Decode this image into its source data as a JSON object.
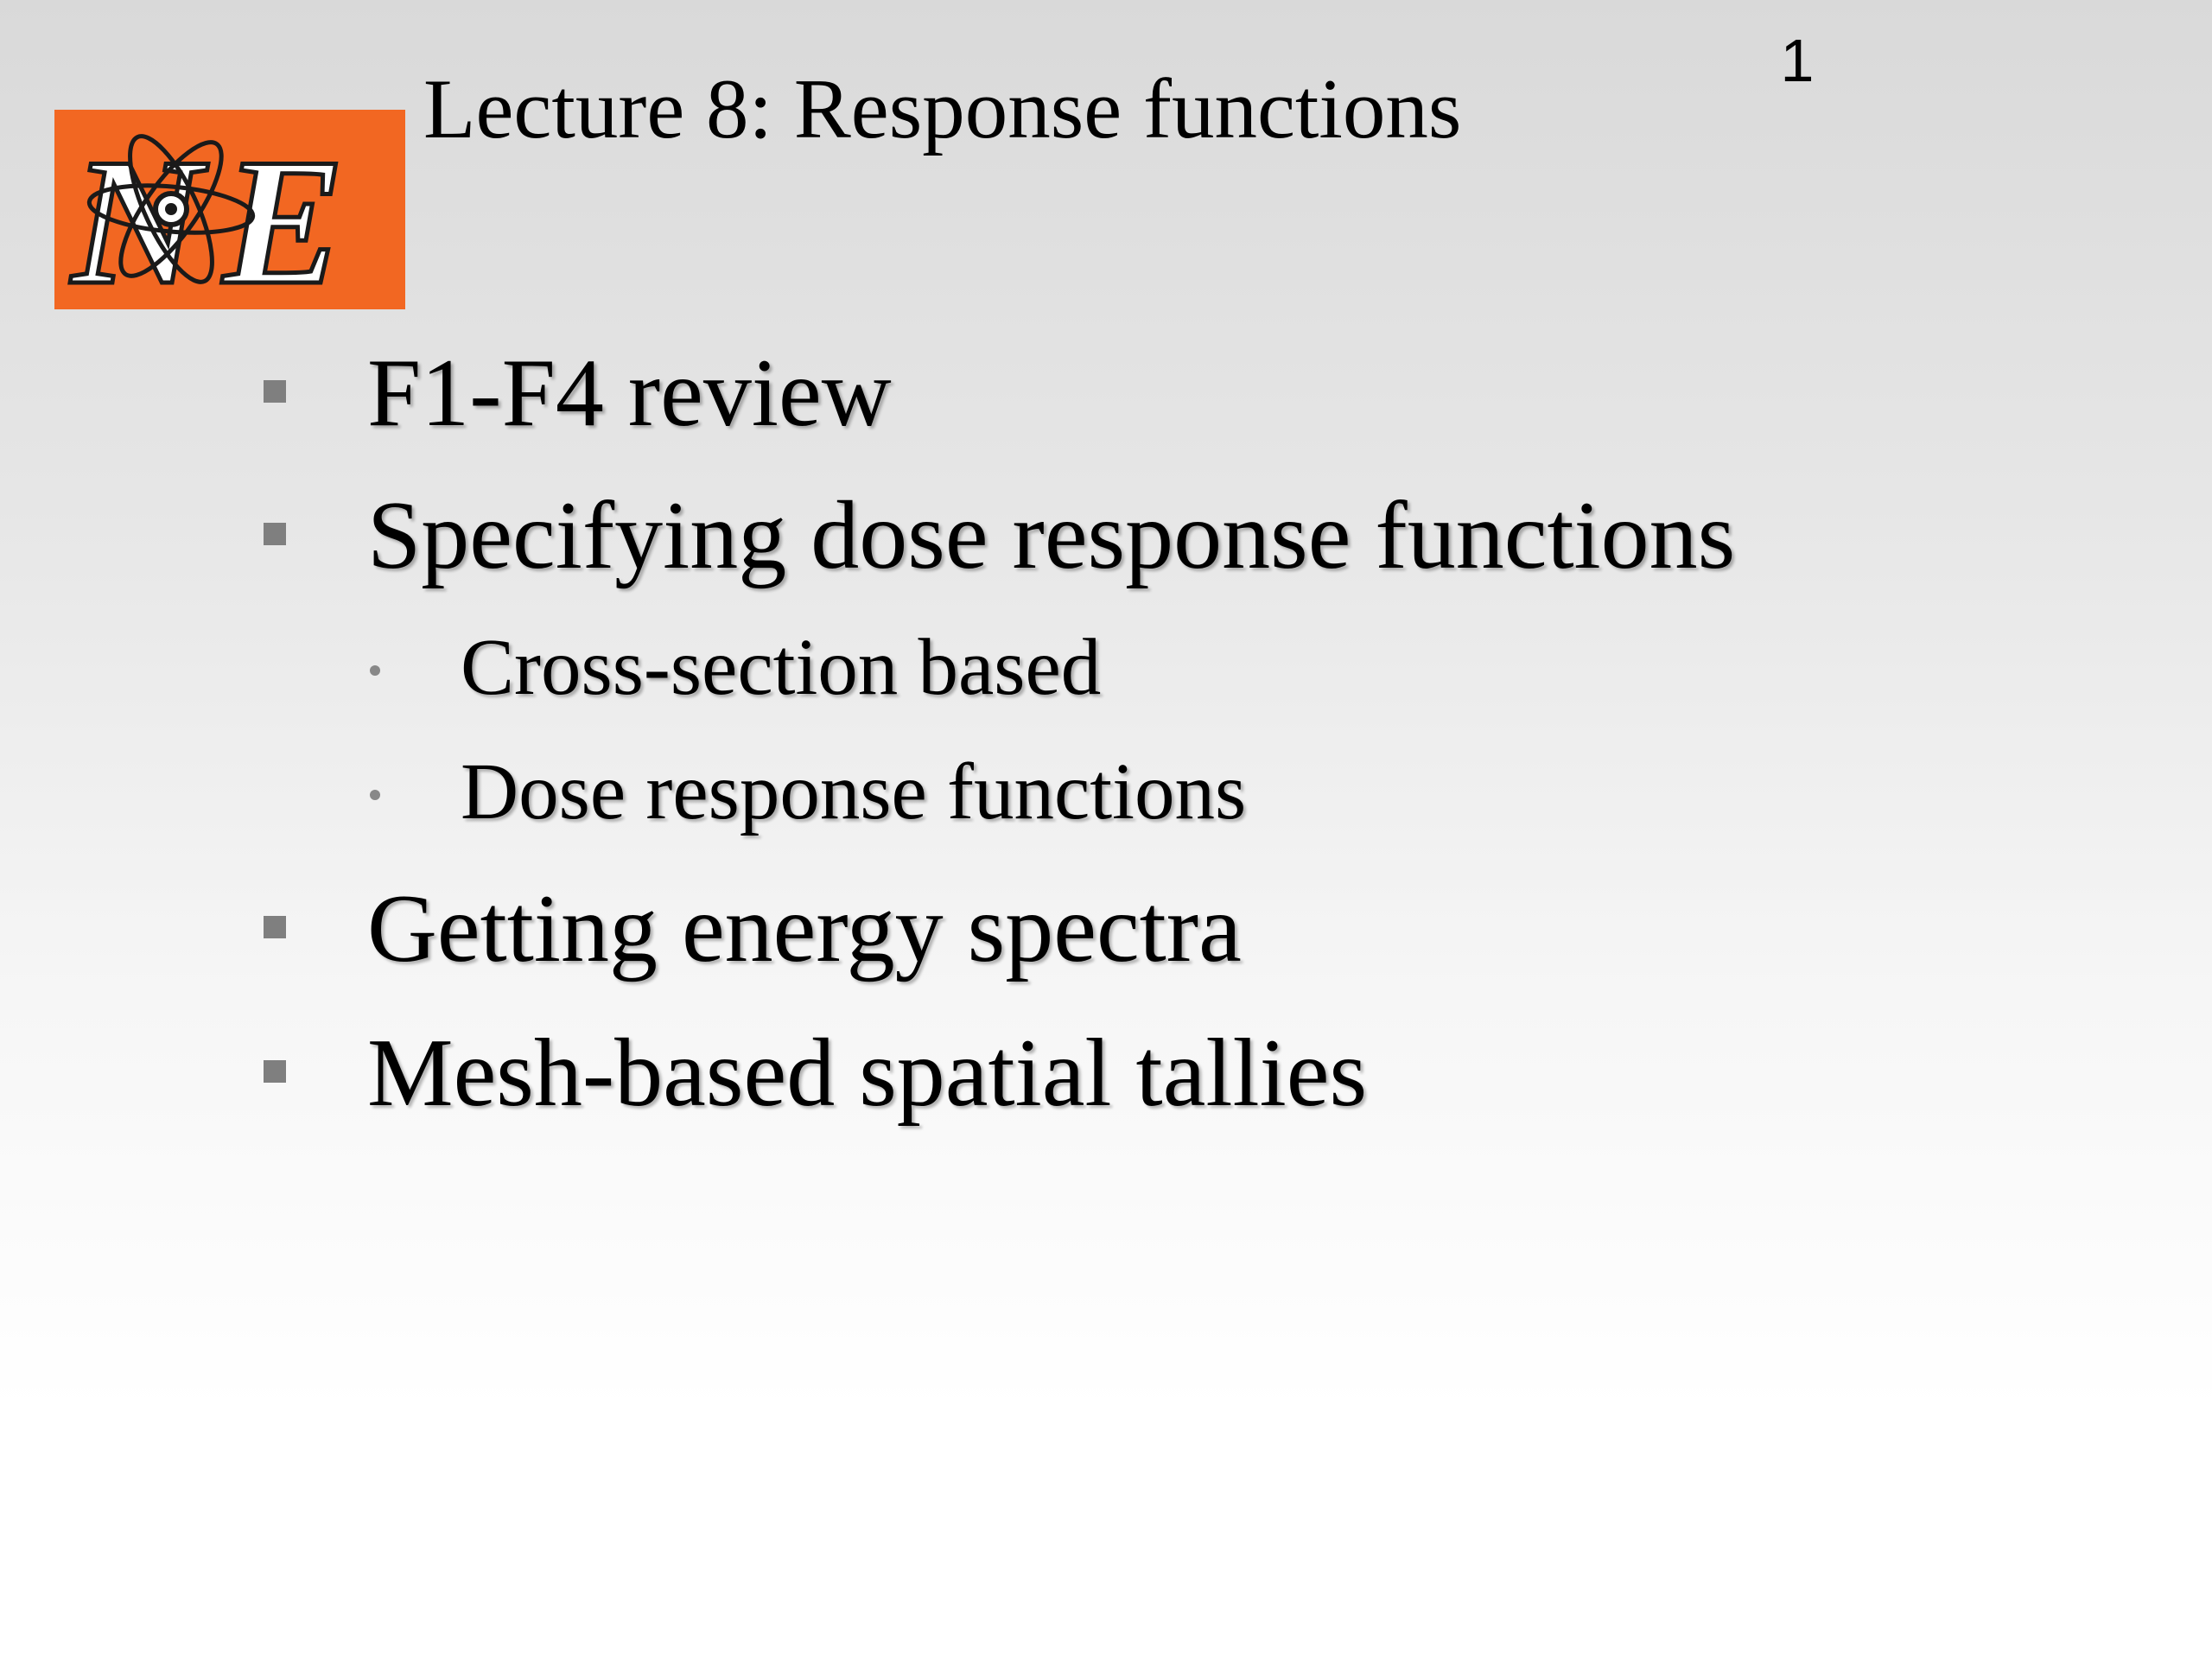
{
  "slide": {
    "number": "1",
    "title": "Lecture 8: Response functions",
    "logo": {
      "text": "NE",
      "icon": "atom-icon",
      "background_color": "#f26722"
    },
    "bullets": [
      {
        "level": 1,
        "text": "F1-F4 review"
      },
      {
        "level": 1,
        "text": "Specifying dose response functions"
      },
      {
        "level": 2,
        "text": "Cross-section based"
      },
      {
        "level": 2,
        "text": "Dose response functions"
      },
      {
        "level": 1,
        "text": "Getting energy spectra"
      },
      {
        "level": 1,
        "text": "Mesh-based spatial tallies"
      }
    ]
  }
}
